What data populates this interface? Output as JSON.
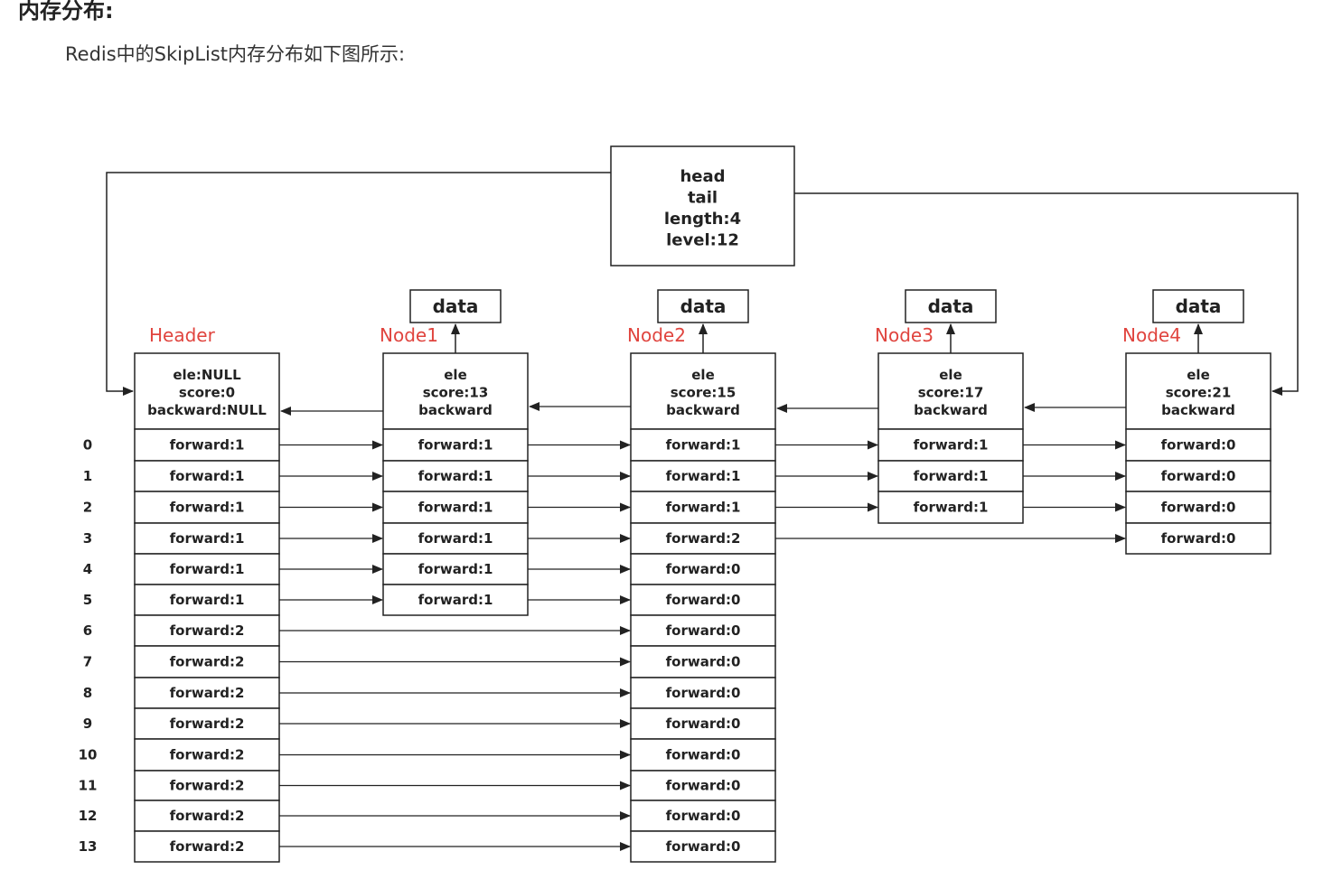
{
  "heading": "内存分布:",
  "intro": "Redis中的SkipList内存分布如下图所示:",
  "list_box": [
    "head",
    "tail",
    "length:4",
    "level:12"
  ],
  "data_label": "data",
  "levels": [
    "0",
    "1",
    "2",
    "3",
    "4",
    "5",
    "6",
    "7",
    "8",
    "9",
    "10",
    "11",
    "12",
    "13"
  ],
  "nodes": [
    {
      "name": "Header",
      "head": [
        "ele:NULL",
        "score:0",
        "backward:NULL"
      ],
      "forwards": [
        "forward:1",
        "forward:1",
        "forward:1",
        "forward:1",
        "forward:1",
        "forward:1",
        "forward:2",
        "forward:2",
        "forward:2",
        "forward:2",
        "forward:2",
        "forward:2",
        "forward:2",
        "forward:2"
      ]
    },
    {
      "name": "Node1",
      "head": [
        "ele",
        "score:13",
        "backward"
      ],
      "forwards": [
        "forward:1",
        "forward:1",
        "forward:1",
        "forward:1",
        "forward:1",
        "forward:1"
      ]
    },
    {
      "name": "Node2",
      "head": [
        "ele",
        "score:15",
        "backward"
      ],
      "forwards": [
        "forward:1",
        "forward:1",
        "forward:1",
        "forward:2",
        "forward:0",
        "forward:0",
        "forward:0",
        "forward:0",
        "forward:0",
        "forward:0",
        "forward:0",
        "forward:0",
        "forward:0",
        "forward:0"
      ]
    },
    {
      "name": "Node3",
      "head": [
        "ele",
        "score:17",
        "backward"
      ],
      "forwards": [
        "forward:1",
        "forward:1",
        "forward:1"
      ]
    },
    {
      "name": "Node4",
      "head": [
        "ele",
        "score:21",
        "backward"
      ],
      "forwards": [
        "forward:0",
        "forward:0",
        "forward:0",
        "forward:0"
      ]
    }
  ],
  "colors": {
    "label": "#e0443e",
    "line": "#222222"
  }
}
